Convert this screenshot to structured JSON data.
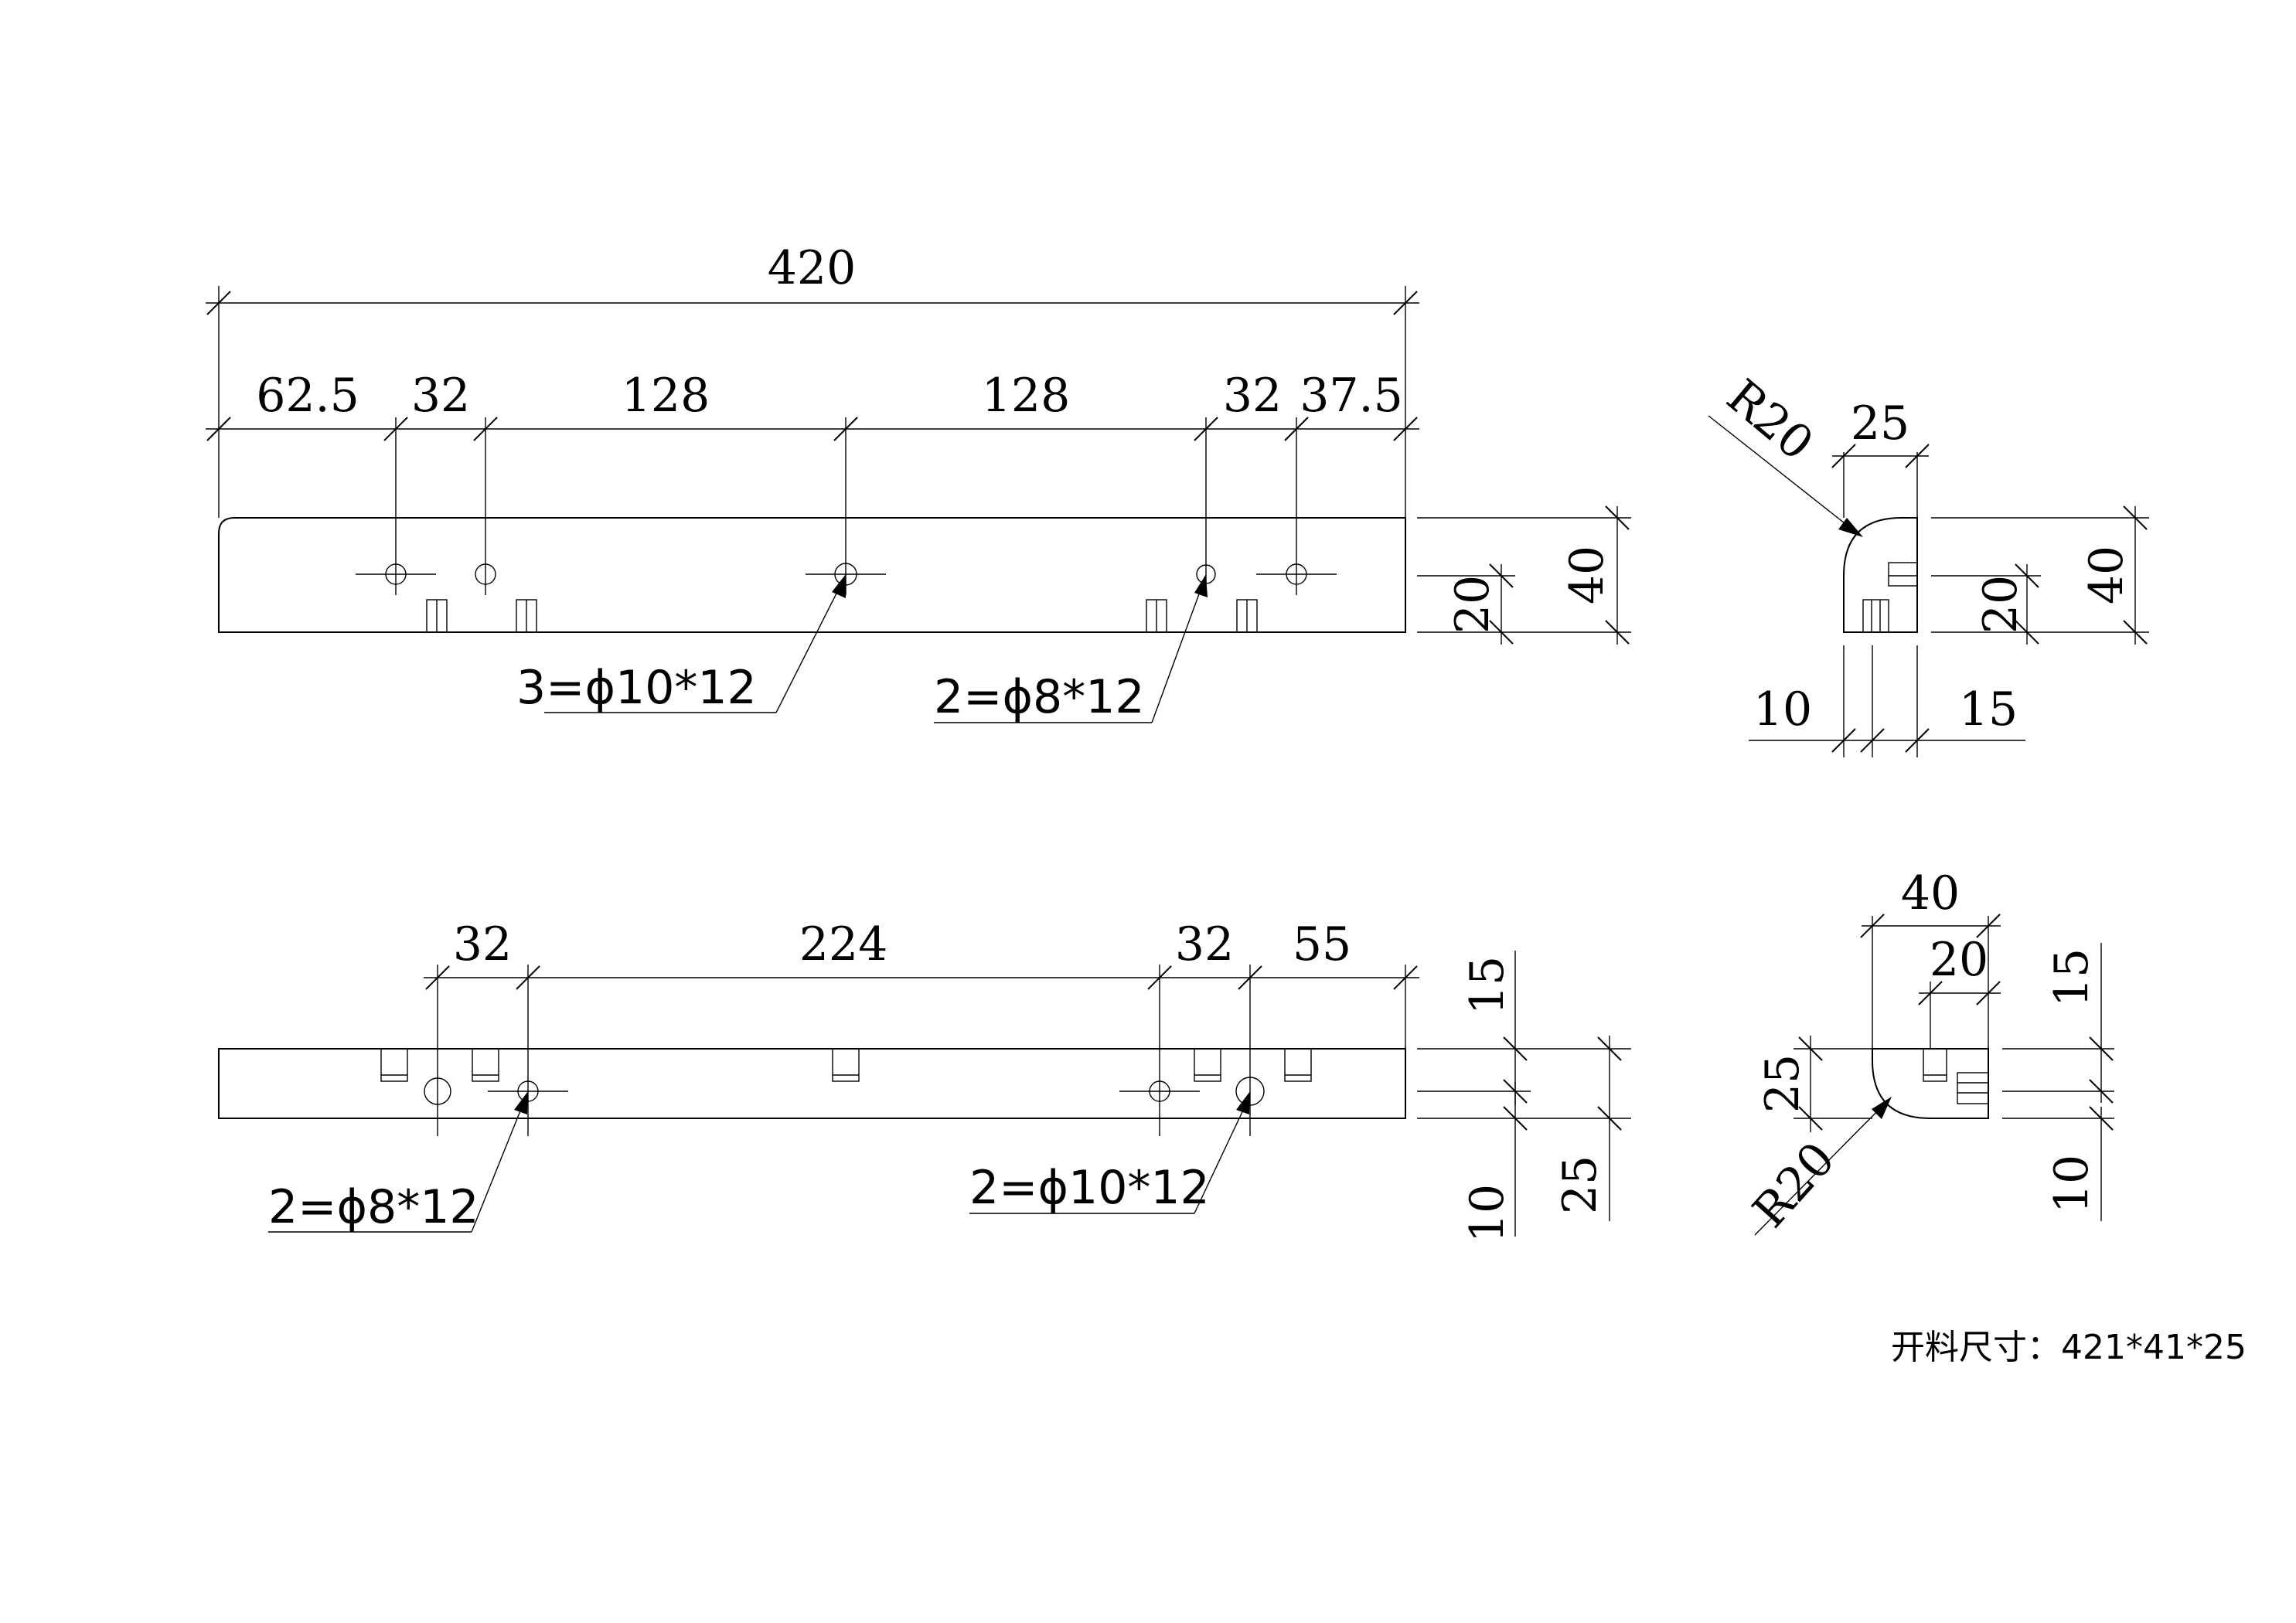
{
  "front_view": {
    "overall_length": "420",
    "segments": [
      "62.5",
      "32",
      "128",
      "128",
      "32",
      "37.5"
    ],
    "height_total": "40",
    "height_half": "20",
    "callout_holes_left": "3=ϕ10*12",
    "callout_holes_right": "2=ϕ8*12"
  },
  "top_view": {
    "segments": [
      "32",
      "224",
      "32",
      "55"
    ],
    "right_dims": [
      "15",
      "10",
      "25"
    ],
    "callout_holes_left": "2=ϕ8*12",
    "callout_holes_right": "2=ϕ10*12"
  },
  "side_view_1": {
    "radius": "R20",
    "width": "25",
    "height_total": "40",
    "height_half": "20",
    "bottom_left": "10",
    "bottom_right": "15"
  },
  "side_view_2": {
    "width_total": "40",
    "width_half": "20",
    "left_dim": "25",
    "radius": "R20",
    "right_top": "15",
    "right_bottom": "10"
  },
  "note": {
    "blank_size": "开料尺寸：421*41*25"
  }
}
